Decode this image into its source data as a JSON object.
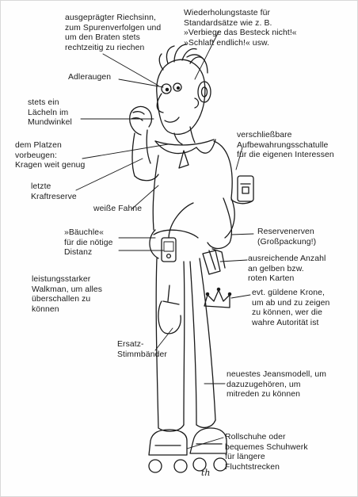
{
  "labels": {
    "riechsinn": "ausgeprägter Riechsinn,\nzum Spurenverfolgen und\num den Braten stets\nrechtzeitig zu riechen",
    "wiederholung": "Wiederholungstaste für\nStandardsätze wie z. B.\n»Verbiege das Besteck nicht!«\n»Schlaft endlich!« usw.",
    "adleraugen": "Adleraugen",
    "laecheln": "stets ein\nLächeln im\nMundwinkel",
    "kragen": "dem Platzen\nvorbeugen:\nKragen weit genug",
    "schatulle": "verschließbare\nAufbewahrungsschatulle\nfür die eigenen Interessen",
    "kraftreserve": "letzte\nKraftreserve",
    "fahne": "weiße Fahne",
    "reservenerven": "Reservenerven\n(Großpackung!)",
    "baeuchle": "»Bäuchle«\nfür die nötige\nDistanz",
    "karten": "ausreichende Anzahl\nan gelben bzw.\nroten Karten",
    "walkman": "leistungsstarker\nWalkman, um alles\nüberschallen zu\nkönnen",
    "krone": "evt. güldene Krone,\num ab und zu zeigen\nzu können, wer die\nwahre Autorität ist",
    "stimmbaender": "Ersatz-\nStimmbänder",
    "jeans": "neuestes Jeansmodell, um\ndazuzugehören, um\nmitreden zu können",
    "rollschuhe": "Rollschuhe oder\nbequemes Schuhwerk\nfür längere\nFluchtstrecken"
  },
  "signature": "th",
  "ink_color": "#1a1a1a"
}
